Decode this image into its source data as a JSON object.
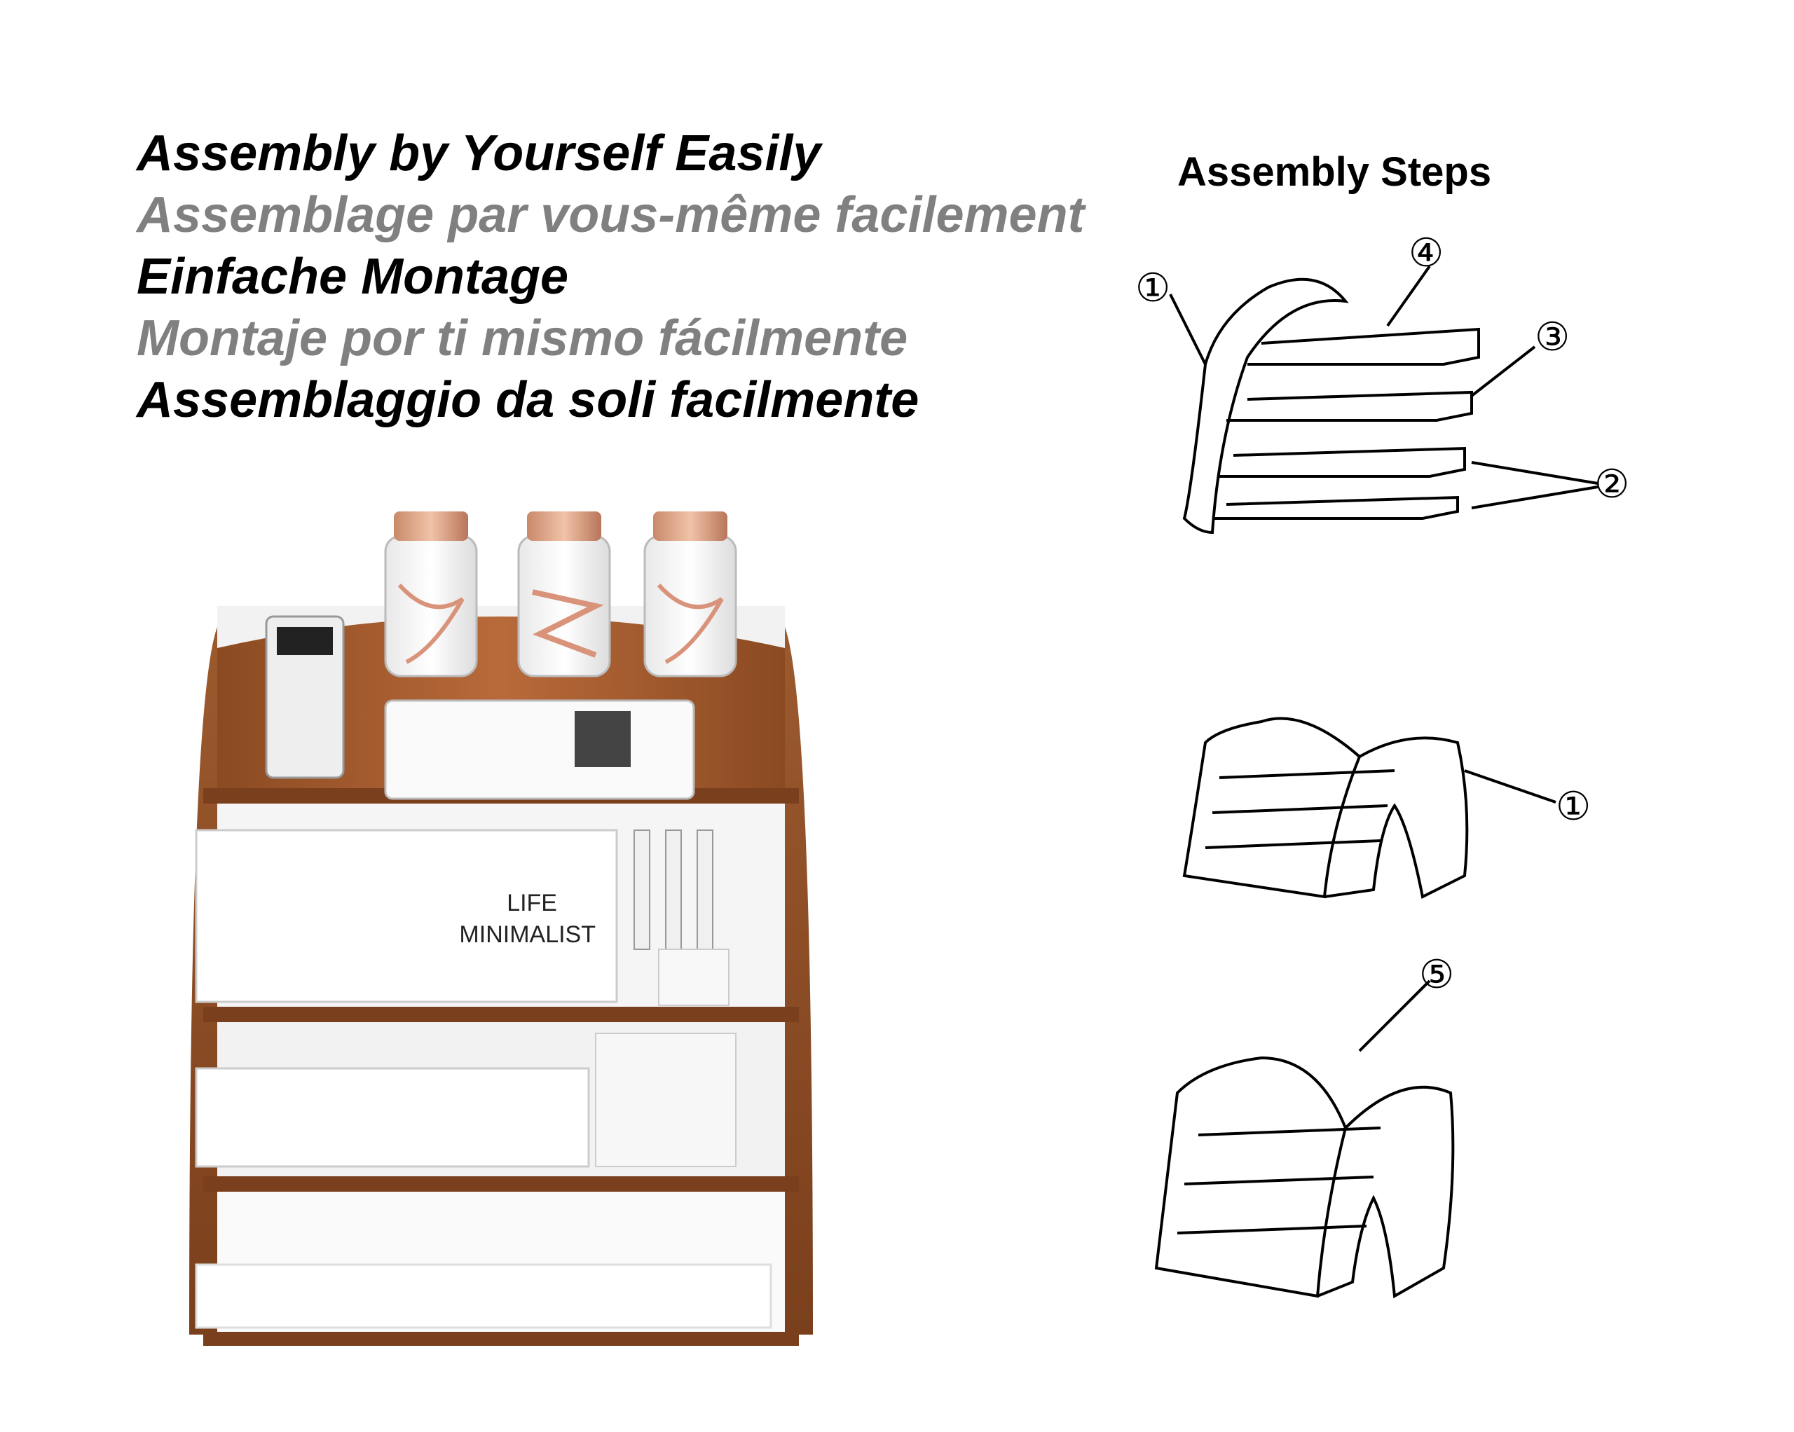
{
  "headings": [
    {
      "text": "Assembly by Yourself Easily",
      "color": "#000000"
    },
    {
      "text": "Assemblage par vous-même facilement",
      "color": "#808080"
    },
    {
      "text": "Einfache Montage",
      "color": "#000000"
    },
    {
      "text": "Montaje por ti mismo fácilmente",
      "color": "#808080"
    },
    {
      "text": "Assemblaggio da soli facilmente",
      "color": "#000000"
    }
  ],
  "steps_title": "Assembly Steps",
  "photo": {
    "notebook_text_line1": "LIFE",
    "notebook_text_line2": "MINIMALIST",
    "wood_color": "#a0522d"
  },
  "callouts": {
    "step1_top": "①",
    "step4": "④",
    "step3": "③",
    "step2": "②",
    "step1_side": "①",
    "step5": "⑤"
  }
}
